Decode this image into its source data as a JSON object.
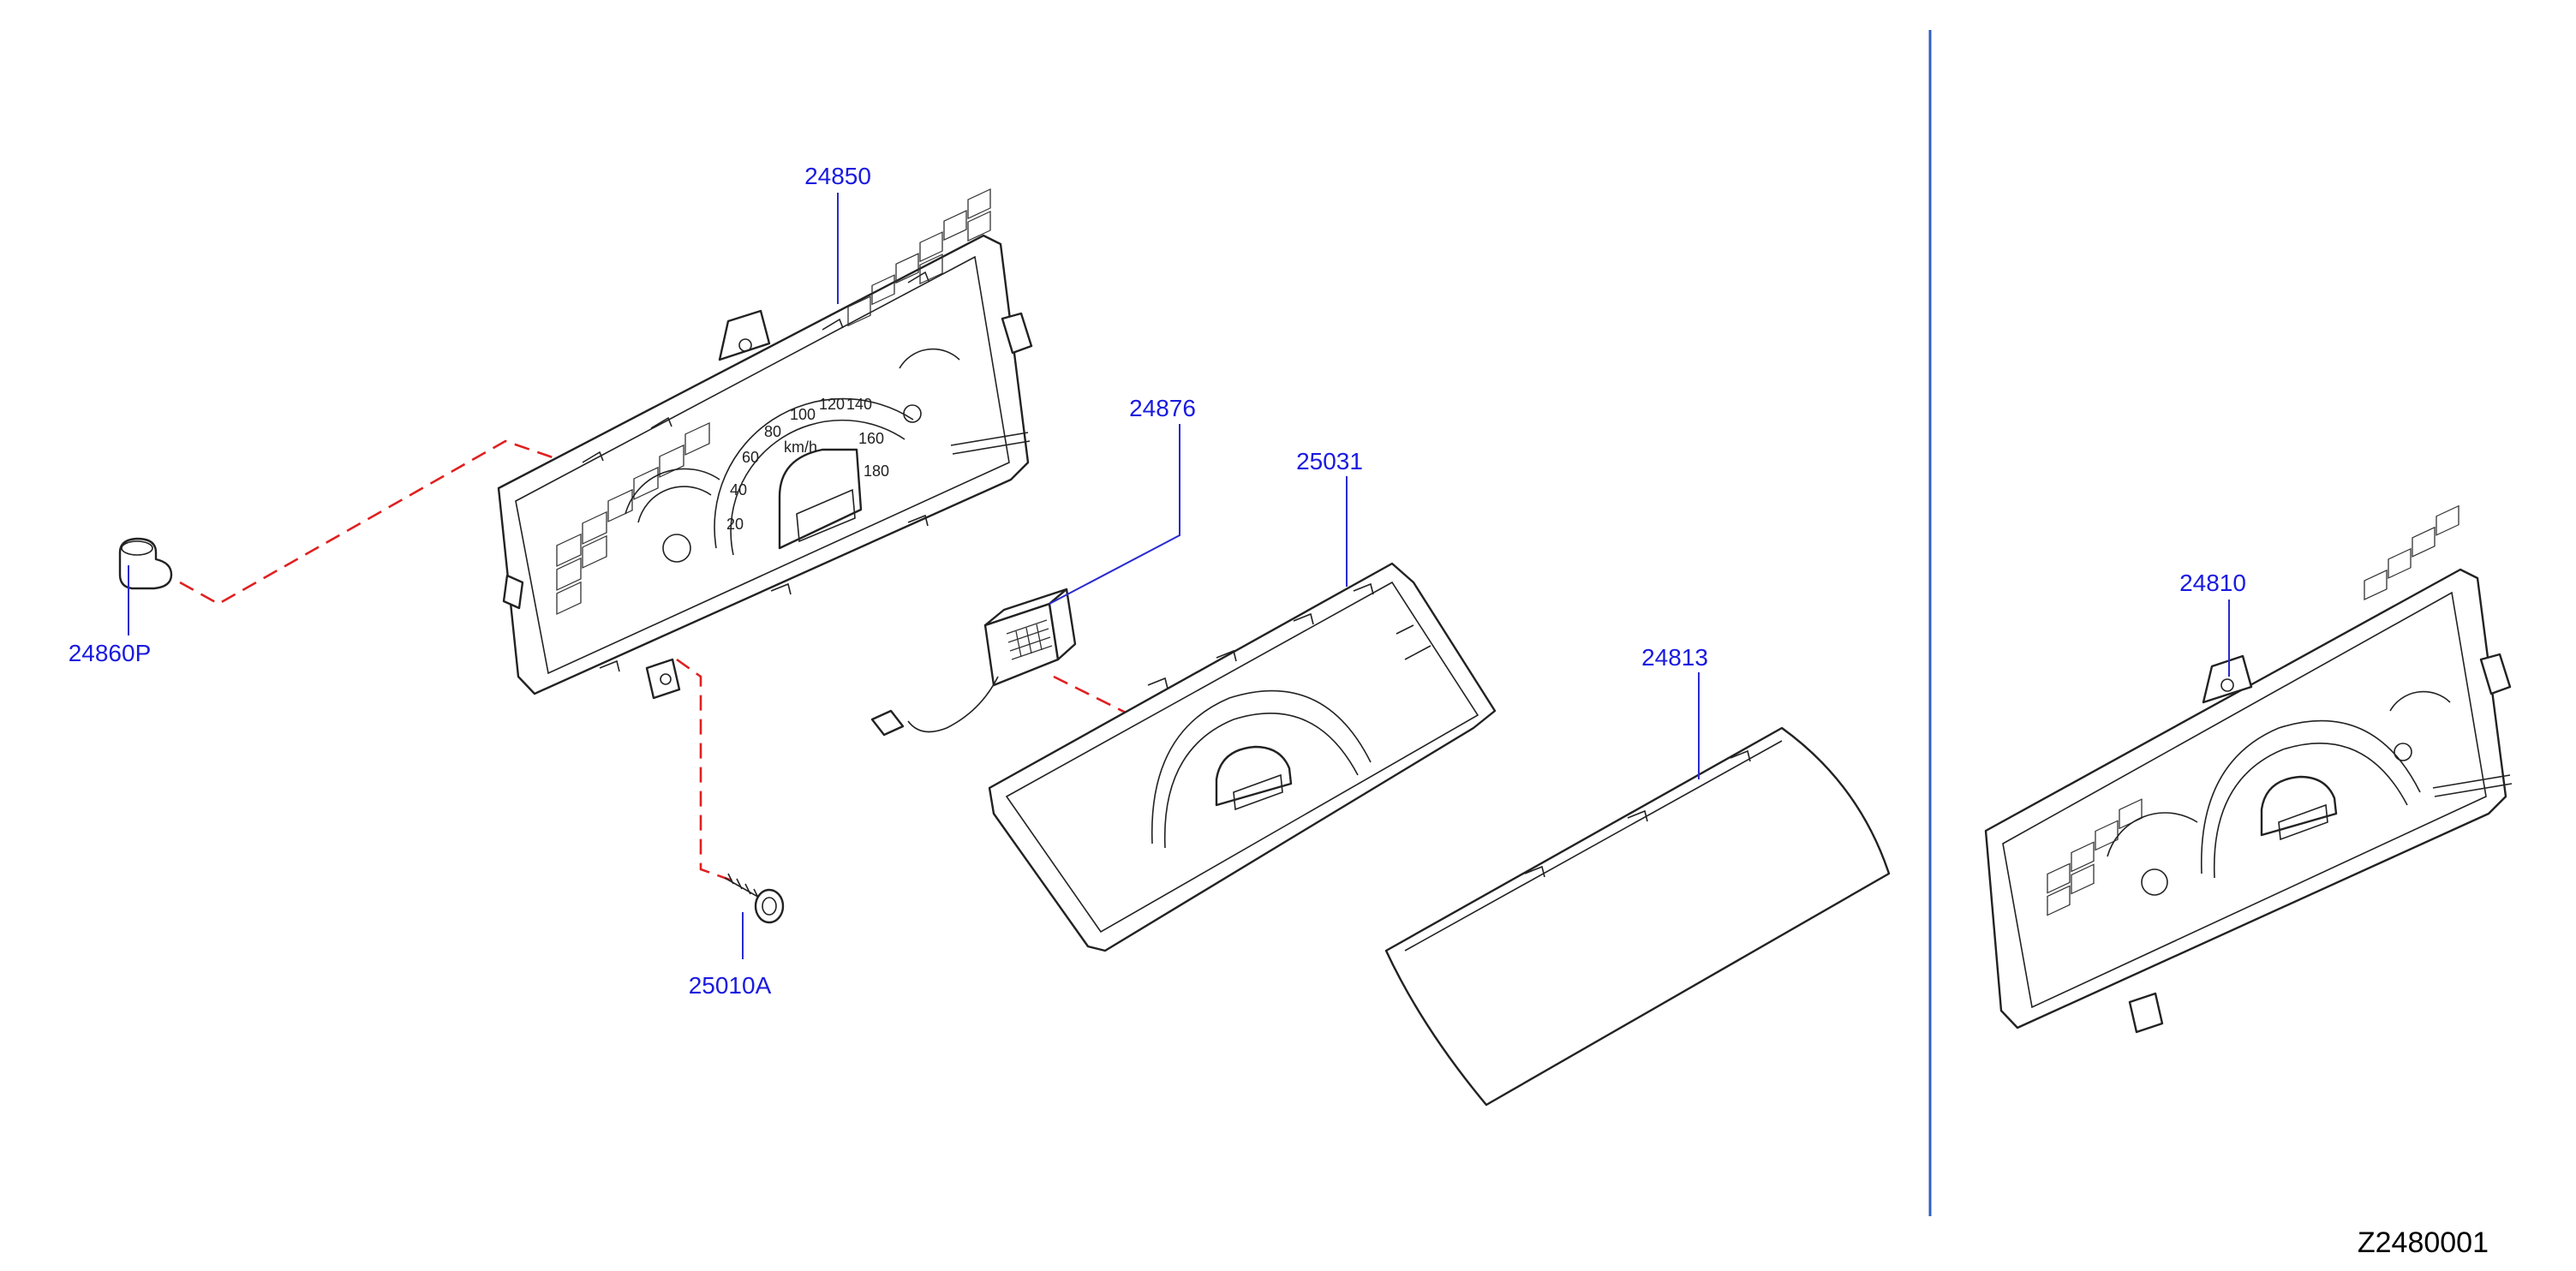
{
  "diagram": {
    "drawing_id": "Z2480001",
    "colors": {
      "callout": "#1a1ae0",
      "leader": "#2a2ad0",
      "dashed_connector": "#e02020",
      "divider": "#3060c0",
      "line_art": "#222222"
    },
    "speedometer_numbers": [
      "20",
      "40",
      "60",
      "80",
      "100",
      "120",
      "140",
      "160",
      "180"
    ],
    "speedometer_unit": "km/h",
    "parts": [
      {
        "id": "cluster-frame",
        "callout": "24850"
      },
      {
        "id": "bulb-socket",
        "callout": "24860P"
      },
      {
        "id": "screw",
        "callout": "25010A"
      },
      {
        "id": "module",
        "callout": "24876"
      },
      {
        "id": "mask-housing",
        "callout": "25031"
      },
      {
        "id": "lens",
        "callout": "24813"
      },
      {
        "id": "cluster-assembly",
        "callout": "24810"
      }
    ]
  }
}
